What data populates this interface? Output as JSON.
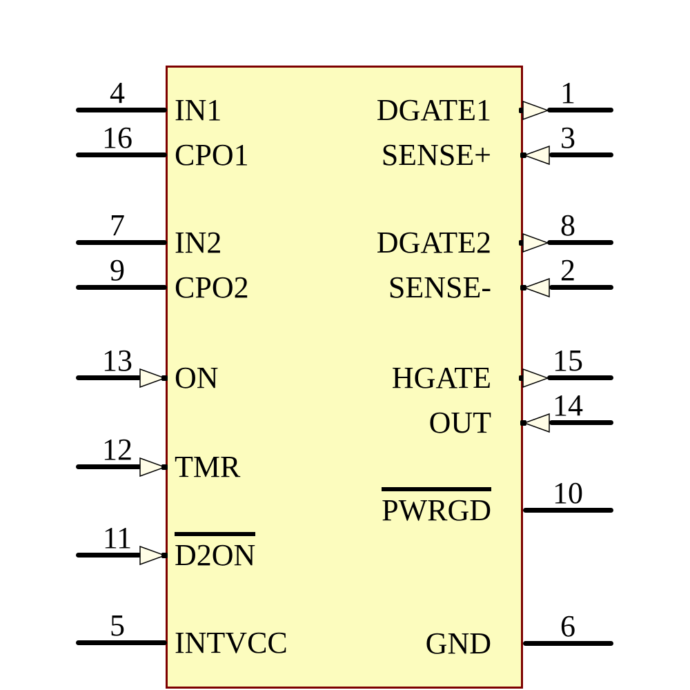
{
  "diagram": {
    "component_type": "ic-schematic-symbol",
    "body_fill_color": "#FCFCBE",
    "body_border_color": "#7D0000",
    "arrow_fill_color": "#FFFDE7",
    "wire_color": "#000000",
    "text_color": "#000000"
  },
  "pins": {
    "left": [
      {
        "number": "4",
        "label": "IN1",
        "direction": "plain",
        "active_low": false
      },
      {
        "number": "16",
        "label": "CPO1",
        "direction": "plain",
        "active_low": false
      },
      {
        "number": "7",
        "label": "IN2",
        "direction": "plain",
        "active_low": false
      },
      {
        "number": "9",
        "label": "CPO2",
        "direction": "plain",
        "active_low": false
      },
      {
        "number": "13",
        "label": "ON",
        "direction": "input",
        "active_low": false
      },
      {
        "number": "12",
        "label": "TMR",
        "direction": "input",
        "active_low": false
      },
      {
        "number": "11",
        "label": "D2ON",
        "direction": "input",
        "active_low": true
      },
      {
        "number": "5",
        "label": "INTVCC",
        "direction": "plain",
        "active_low": false
      }
    ],
    "right": [
      {
        "number": "1",
        "label": "DGATE1",
        "direction": "output",
        "active_low": false
      },
      {
        "number": "3",
        "label": "SENSE+",
        "direction": "input",
        "active_low": false
      },
      {
        "number": "8",
        "label": "DGATE2",
        "direction": "output",
        "active_low": false
      },
      {
        "number": "2",
        "label": "SENSE-",
        "direction": "input",
        "active_low": false
      },
      {
        "number": "15",
        "label": "HGATE",
        "direction": "output",
        "active_low": false
      },
      {
        "number": "14",
        "label": "OUT",
        "direction": "input",
        "active_low": false
      },
      {
        "number": "10",
        "label": "PWRGD",
        "direction": "plain",
        "active_low": true
      },
      {
        "number": "6",
        "label": "GND",
        "direction": "plain",
        "active_low": false
      }
    ]
  }
}
